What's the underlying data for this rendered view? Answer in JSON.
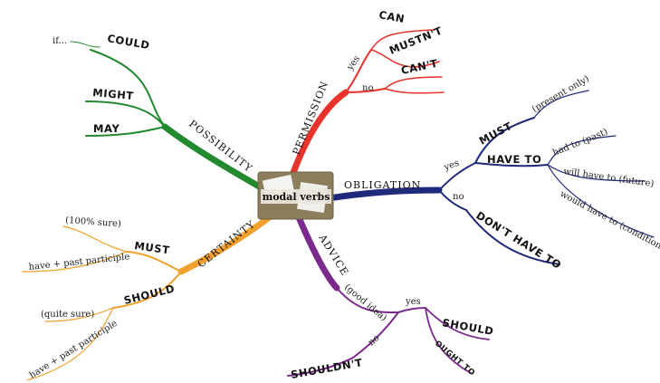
{
  "center": "modal verbs",
  "colors": {
    "possibility": "#23892f",
    "permission": "#e8322c",
    "obligation": "#1f2a7a",
    "certainty": "#f0a02c",
    "advice": "#7a2a8c",
    "center_box": "#8c7d5c"
  },
  "possibility": {
    "label": "POSSIBILITY",
    "could": "COULD",
    "if": "if...",
    "might": "MIGHT",
    "may": "MAY"
  },
  "permission": {
    "label": "PERMISSION",
    "yes": "yes",
    "no": "no",
    "can": "CAN",
    "mustnt": "MUSTN'T",
    "cant": "CAN'T"
  },
  "obligation": {
    "label": "OBLIGATION",
    "yes": "yes",
    "no": "no",
    "must": "MUST",
    "present_only": "(present only)",
    "have_to": "HAVE TO",
    "had_to": "had to (past)",
    "will_have_to": "will have to (future)",
    "would_have_to": "would have to (conditional)",
    "dont_have_to": "DON'T HAVE TO"
  },
  "certainty": {
    "label": "CERTAINTY",
    "must": "MUST",
    "sure100": "(100% sure)",
    "have_pp1": "have + past participle",
    "should": "SHOULD",
    "quite_sure": "(quite sure)",
    "have_pp2": "have + past participle"
  },
  "advice": {
    "label": "ADVICE",
    "good_idea": "(good idea)",
    "yes": "yes",
    "no": "no",
    "should": "SHOULD",
    "ought_to": "OUGHT TO",
    "shouldnt": "SHOULDN'T"
  }
}
